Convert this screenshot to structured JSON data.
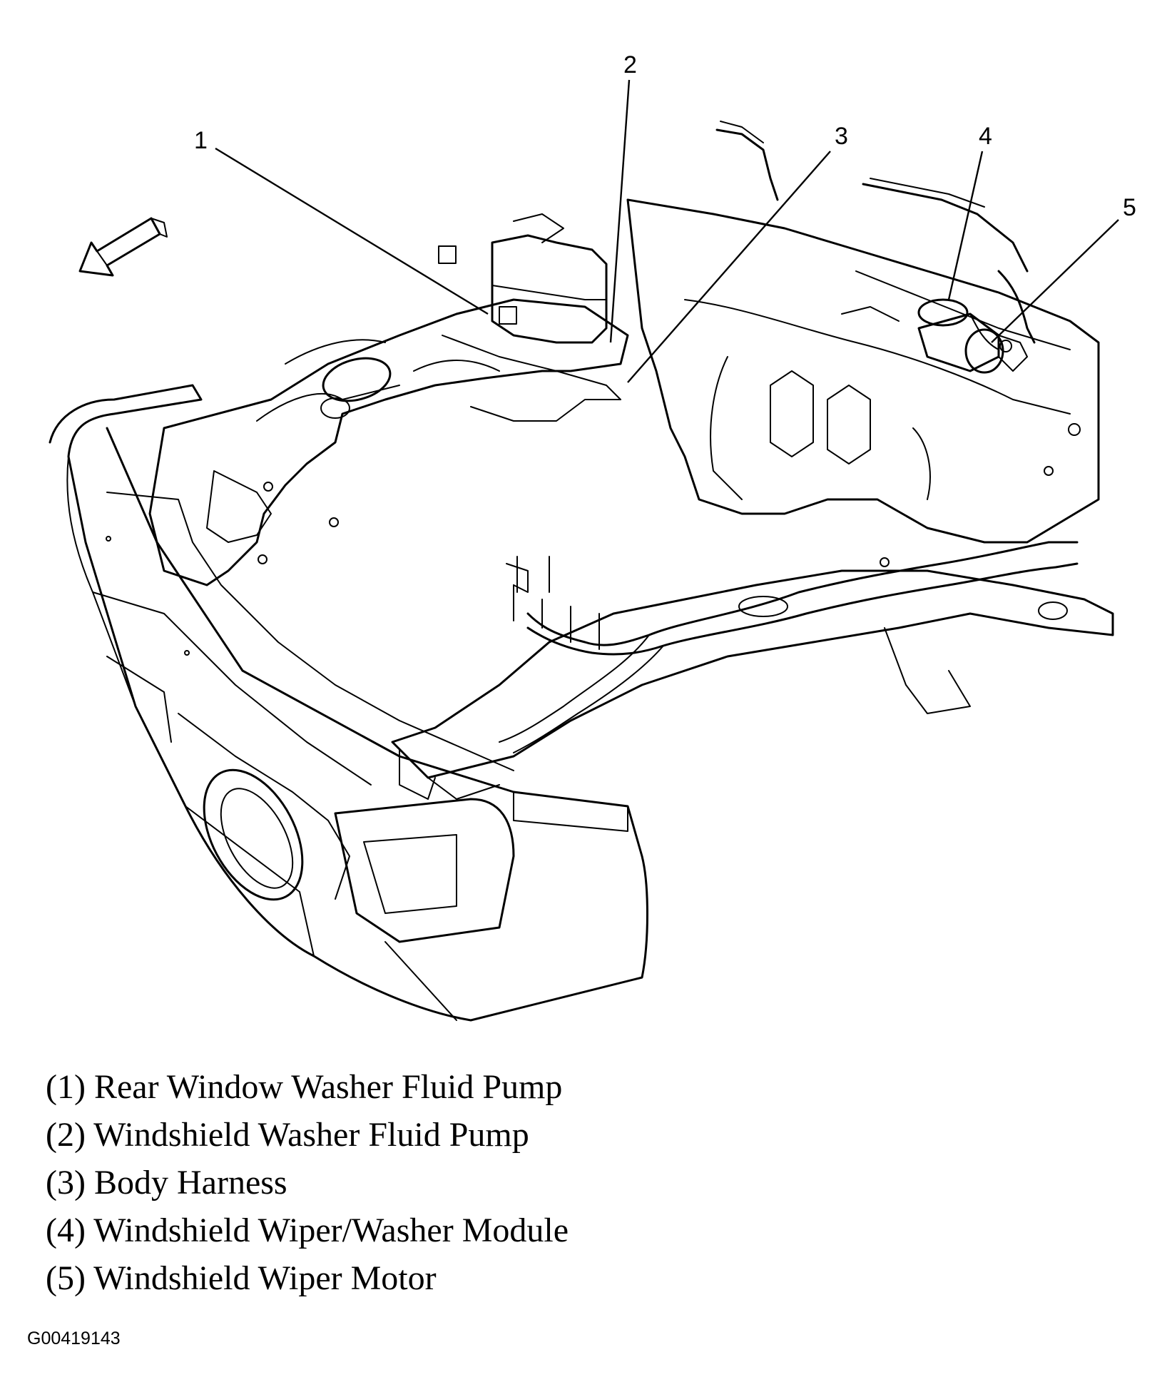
{
  "diagram": {
    "callouts": [
      {
        "id": "1",
        "label": "Rear Window Washer Fluid Pump"
      },
      {
        "id": "2",
        "label": "Windshield Washer Fluid Pump"
      },
      {
        "id": "3",
        "label": "Body Harness"
      },
      {
        "id": "4",
        "label": "Windshield Wiper/Washer Module"
      },
      {
        "id": "5",
        "label": "Windshield Wiper Motor"
      }
    ],
    "legend": [
      "(1) Rear Window Washer Fluid Pump",
      "(2) Windshield Washer Fluid Pump",
      "(3) Body Harness",
      "(4) Windshield Wiper/Washer Module",
      "(5) Windshield Wiper Motor"
    ],
    "figure_id": "G00419143",
    "forward_arrow_icon": "arrow-left-down-icon"
  }
}
